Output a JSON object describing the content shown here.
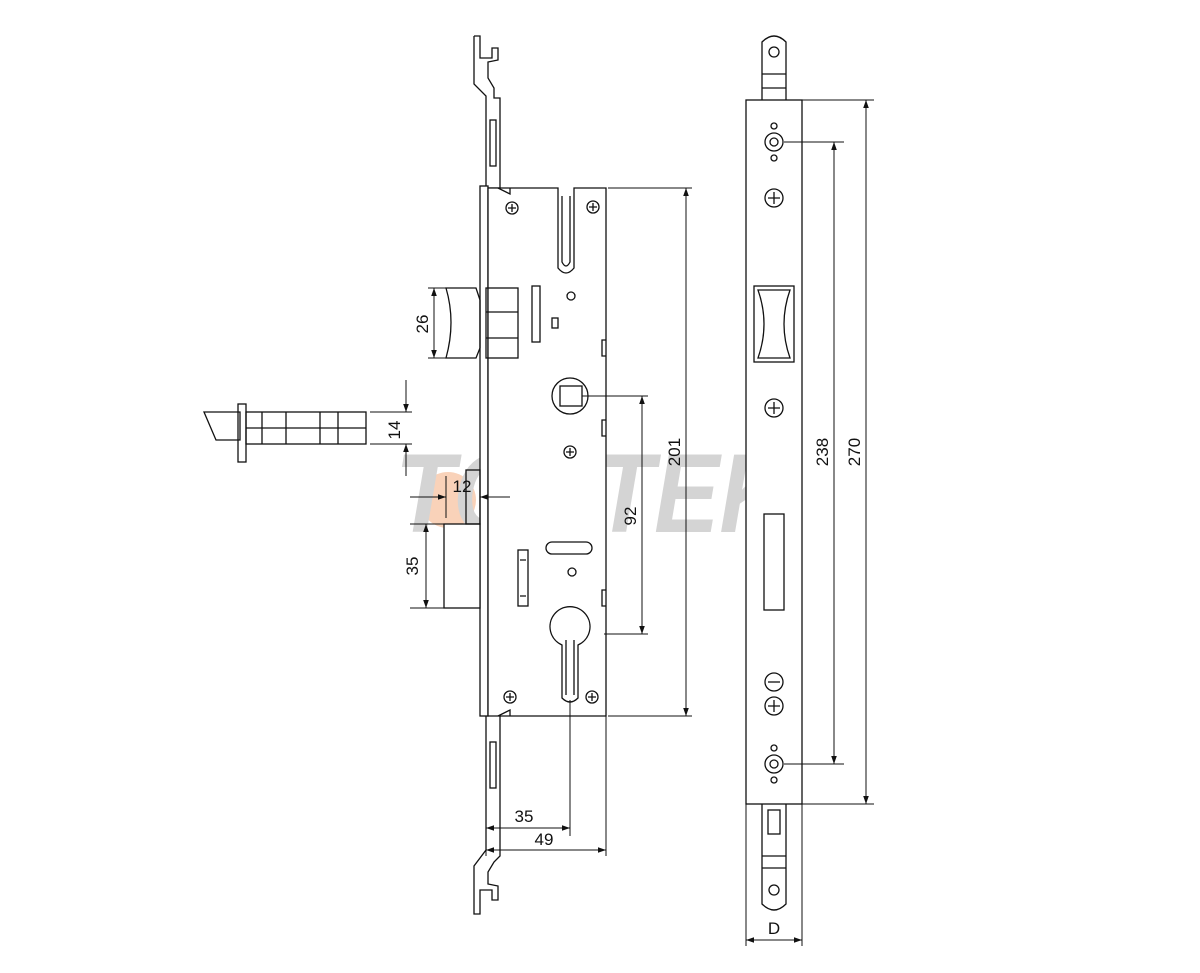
{
  "watermark": {
    "brand": "TOPTEK",
    "registered_mark": "®"
  },
  "dimensions": {
    "latch_height": "26",
    "hook_height": "14",
    "bolt_throw": "12",
    "bolt_height": "35",
    "handle_to_cylinder": "92",
    "case_height": "201",
    "backset": "35",
    "case_depth": "49",
    "fixing_hole_spacing": "238",
    "faceplate_length": "270",
    "faceplate_width": "D"
  }
}
